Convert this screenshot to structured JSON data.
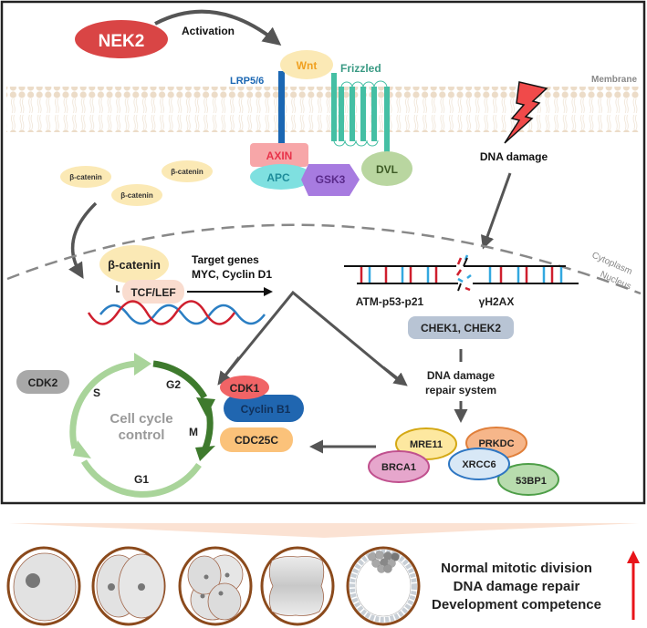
{
  "top_panel": {
    "nek2": "NEK2",
    "activation": "Activation",
    "wnt": "Wnt",
    "lrp": "LRP5/6",
    "frizzled": "Frizzled",
    "membrane": "Membrane",
    "axin": "AXIN",
    "apc": "APC",
    "gsk3": "GSK3",
    "dvl": "DVL",
    "dna_damage": "DNA damage",
    "beta_catenin_cyto": [
      "β-catenin",
      "β-catenin",
      "β-catenin"
    ],
    "beta_catenin_nuc": "β-catenin",
    "tcf_lef": "TCF/LEF",
    "target_genes_1": "Target genes",
    "target_genes_2": "MYC, Cyclin D1",
    "cytoplasm": "Cytoplasm",
    "nucleus": "Nucleus",
    "atm": "ATM-p53-p21",
    "gh2ax": "γH2AX",
    "chek": "CHEK1, CHEK2",
    "repair_1": "DNA damage",
    "repair_2": "repair system",
    "repair_proteins": {
      "mre11": "MRE11",
      "prkdc": "PRKDC",
      "brca1": "BRCA1",
      "xrcc6": "XRCC6",
      "bp53": "53BP1"
    },
    "cdk2": "CDK2",
    "cell_cycle_1": "Cell cycle",
    "cell_cycle_2": "control",
    "phases": {
      "s": "S",
      "g2": "G2",
      "m": "M",
      "g1": "G1"
    },
    "cdk1": "CDK1",
    "cyclin_b1": "Cyclin B1",
    "cdc25c": "CDC25C"
  },
  "bottom_panel": {
    "outcomes": [
      "Normal mitotic division",
      "DNA damage repair",
      "Development competence"
    ],
    "embryo_stages": [
      "1-cell",
      "2-cell",
      "4-cell",
      "morula",
      "blastocyst"
    ]
  },
  "colors": {
    "nek2": "#d94545",
    "wnt": "#fbe9b5",
    "lrp": "#1b67b3",
    "frizzled": "#45bfa4",
    "axin": "#f7a6a8",
    "apc": "#7fe0e0",
    "gsk3": "#a77be0",
    "dvl": "#b9d6a0",
    "membrane": "#ecdcc8",
    "lightning": "#f04a4a",
    "cycle_light": "#a9d49a",
    "cycle_dark": "#3e7a2d",
    "up_arrow": "#e8141a"
  }
}
